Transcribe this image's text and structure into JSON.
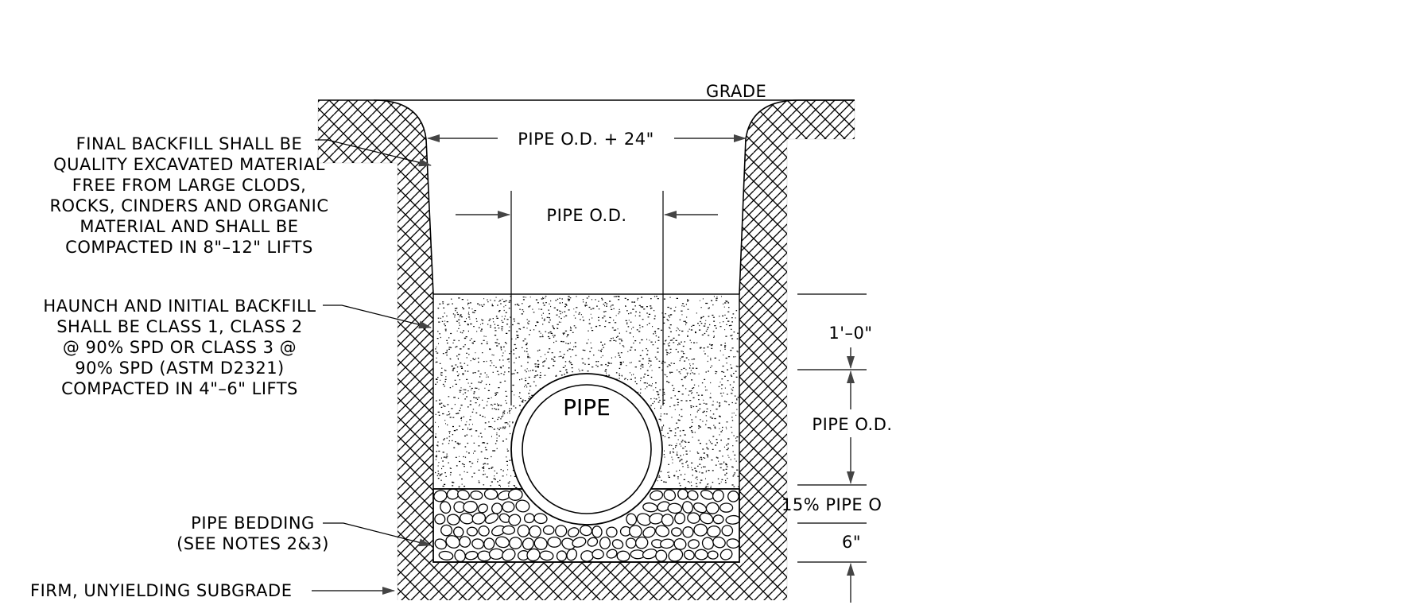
{
  "labels": {
    "grade": "GRADE",
    "trench_top_width": "PIPE O.D. + 24\"",
    "pipe_od_horizontal": "PIPE O.D.",
    "pipe": "PIPE",
    "cover_depth": "1'–0\"",
    "pipe_od_vertical": "PIPE O.D.",
    "bedding_pct": "15% PIPE O",
    "bedding_depth": "6\""
  },
  "notes": {
    "final_backfill": [
      "FINAL BACKFILL SHALL BE",
      "QUALITY EXCAVATED MATERIAL",
      "FREE FROM LARGE CLODS,",
      "ROCKS, CINDERS AND ORGANIC",
      "MATERIAL AND SHALL BE",
      "COMPACTED IN 8\"–12\" LIFTS"
    ],
    "haunch_backfill": [
      "HAUNCH AND INITIAL BACKFILL",
      "SHALL BE CLASS 1, CLASS 2",
      "@ 90% SPD OR CLASS 3 @",
      "90% SPD (ASTM D2321)",
      "COMPACTED IN 4\"–6\" LIFTS"
    ],
    "pipe_bedding": [
      "PIPE BEDDING",
      "(SEE NOTES 2&3)"
    ],
    "subgrade": "FIRM, UNYIELDING SUBGRADE"
  }
}
